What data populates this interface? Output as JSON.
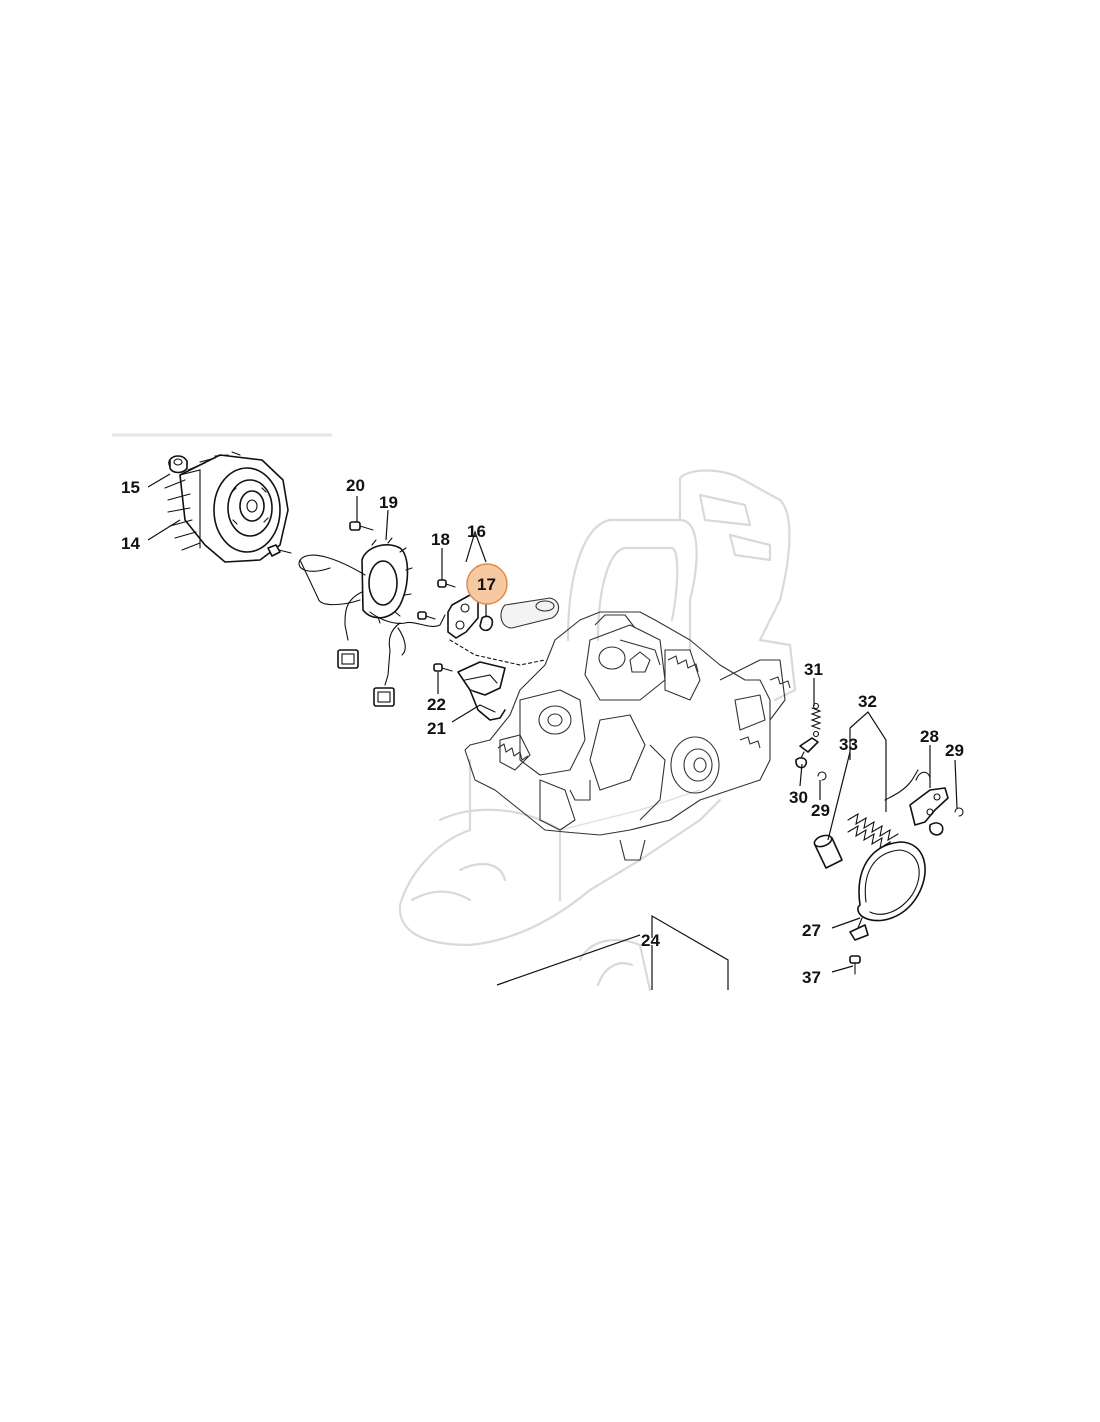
{
  "callouts": {
    "c14": "14",
    "c15": "15",
    "c16": "16",
    "c17": "17",
    "c18": "18",
    "c19": "19",
    "c20": "20",
    "c21": "21",
    "c22": "22",
    "c24": "24",
    "c27": "27",
    "c28": "28",
    "c29a": "29",
    "c29b": "29",
    "c30": "30",
    "c31": "31",
    "c32": "32",
    "c33": "33",
    "c37": "37"
  },
  "highlight": {
    "part": "17",
    "color": "#f7c9a3",
    "border": "#e08a4a"
  },
  "colors": {
    "ghost_outline": "#d9d9d9",
    "part_line": "#111111"
  }
}
